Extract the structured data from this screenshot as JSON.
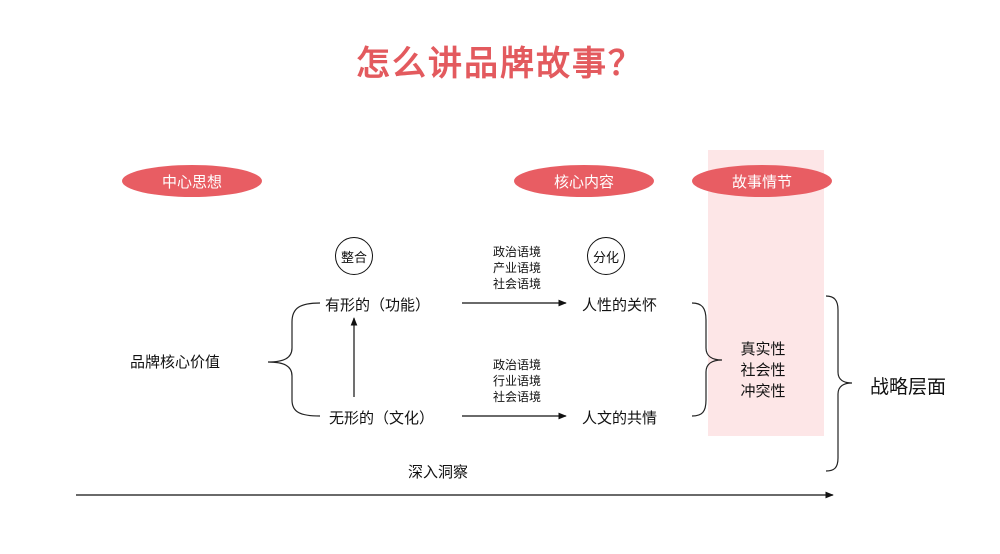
{
  "title": "怎么讲品牌故事？",
  "headers": {
    "central_idea": "中心思想",
    "core_content": "核心内容",
    "story_plot": "故事情节"
  },
  "left_label": "品牌核心价值",
  "upper_branch": "有形的（功能）",
  "lower_branch": "无形的（文化）",
  "integrate": "整合",
  "differentiate": "分化",
  "upper_contexts": [
    "政治语境",
    "产业语境",
    "社会语境"
  ],
  "lower_contexts": [
    "政治语境",
    "行业语境",
    "社会语境"
  ],
  "upper_result": "人性的关怀",
  "lower_result": "人文的共情",
  "traits": [
    "真实性",
    "社会性",
    "冲突性"
  ],
  "strategy": "战略层面",
  "insight": "深入洞察",
  "colors": {
    "accent": "#e85d63",
    "title": "#e35a5e",
    "band": "#fde6e7"
  }
}
